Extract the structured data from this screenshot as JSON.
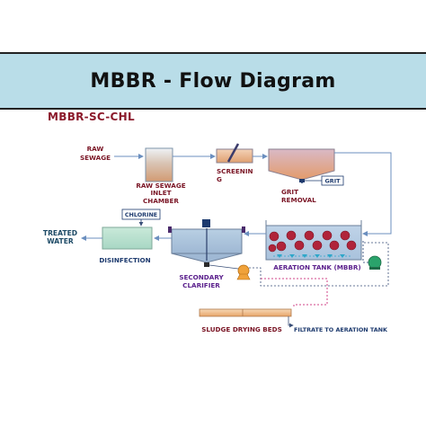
{
  "title": "MBBR - Flow Diagram",
  "subtitle": "MBBR-SC-CHL",
  "labels": {
    "raw_sewage_1": "RAW",
    "raw_sewage_2": "SEWAGE",
    "inlet_1": "RAW SEWAGE",
    "inlet_2": "INLET",
    "inlet_3": "CHAMBER",
    "screening_1": "SCREENIN",
    "screening_2": "G",
    "grit_1": "GRIT",
    "grit_2": "REMOVAL",
    "grit_box": "GRIT",
    "chlorine": "CHLORINE",
    "treated_1": "TREATED",
    "treated_2": "WATER",
    "disinfection": "DISINFECTION",
    "aeration": "AERATION TANK (MBBR)",
    "clarifier_1": "SECONDARY",
    "clarifier_2": "CLARIFIER",
    "sludge_beds": "SLUDGE DRYING BEDS",
    "filtrate": "FILTRATE TO AERATION TANK"
  },
  "colors": {
    "banner": "#b9dde8",
    "flow_line": "#6b8fbf",
    "sludge_line": "#d0458a",
    "media": "#b0243a",
    "text_dark_red": "#7a1525",
    "text_navy": "#1d3a6e"
  }
}
